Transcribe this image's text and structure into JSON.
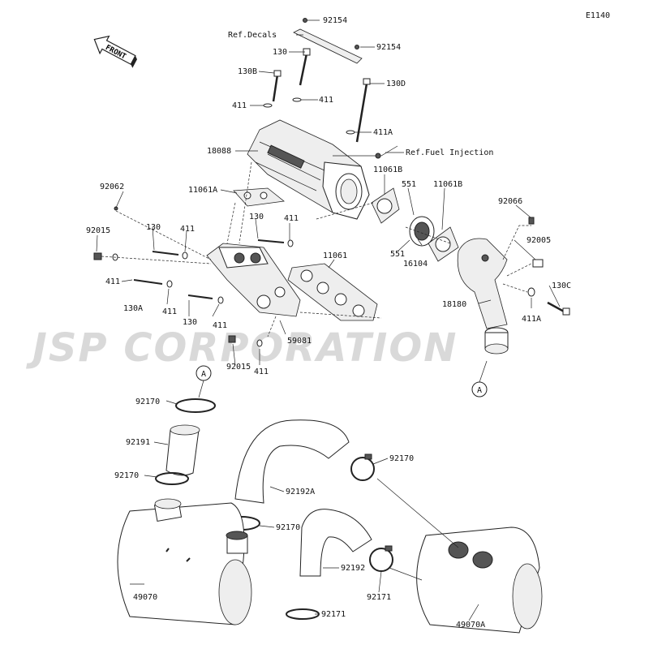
{
  "diagram_code": "E1140",
  "front_label": "FRONT",
  "watermark": "JSP CORPORATION",
  "parts": [
    {
      "id": "p-92154a",
      "label": "92154"
    },
    {
      "id": "p-refdecals",
      "label": "Ref.Decals"
    },
    {
      "id": "p-92154b",
      "label": "92154"
    },
    {
      "id": "p-130a-top",
      "label": "130"
    },
    {
      "id": "p-130b",
      "label": "130B"
    },
    {
      "id": "p-130d",
      "label": "130D"
    },
    {
      "id": "p-411-l",
      "label": "411"
    },
    {
      "id": "p-411-r",
      "label": "411"
    },
    {
      "id": "p-411a-top",
      "label": "411A"
    },
    {
      "id": "p-18088",
      "label": "18088"
    },
    {
      "id": "p-reffuel",
      "label": "Ref.Fuel Injection"
    },
    {
      "id": "p-11061b-l",
      "label": "11061B"
    },
    {
      "id": "p-551-top",
      "label": "551"
    },
    {
      "id": "p-11061b-r",
      "label": "11061B"
    },
    {
      "id": "p-11061a",
      "label": "11061A"
    },
    {
      "id": "p-92062",
      "label": "92062"
    },
    {
      "id": "p-92066",
      "label": "92066"
    },
    {
      "id": "p-130-mid",
      "label": "130"
    },
    {
      "id": "p-411-mid",
      "label": "411"
    },
    {
      "id": "p-130-mid2",
      "label": "130"
    },
    {
      "id": "p-411-mid2",
      "label": "411"
    },
    {
      "id": "p-11061",
      "label": "11061"
    },
    {
      "id": "p-92005",
      "label": "92005"
    },
    {
      "id": "p-92015-top",
      "label": "92015"
    },
    {
      "id": "p-551-bot",
      "label": "551"
    },
    {
      "id": "p-16104",
      "label": "16104"
    },
    {
      "id": "p-411-left",
      "label": "411"
    },
    {
      "id": "p-130c",
      "label": "130C"
    },
    {
      "id": "p-130a-low",
      "label": "130A"
    },
    {
      "id": "p-411-low",
      "label": "411"
    },
    {
      "id": "p-130-low",
      "label": "130"
    },
    {
      "id": "p-18180",
      "label": "18180"
    },
    {
      "id": "p-411a-low",
      "label": "411A"
    },
    {
      "id": "p-411-low2",
      "label": "411"
    },
    {
      "id": "p-59081",
      "label": "59081"
    },
    {
      "id": "p-92015-low",
      "label": "92015"
    },
    {
      "id": "p-411-low3",
      "label": "411"
    },
    {
      "id": "p-a-top",
      "label": "A"
    },
    {
      "id": "p-a-right",
      "label": "A"
    },
    {
      "id": "p-92170-1",
      "label": "92170"
    },
    {
      "id": "p-92191",
      "label": "92191"
    },
    {
      "id": "p-92170-2",
      "label": "92170"
    },
    {
      "id": "p-92170-3",
      "label": "92170"
    },
    {
      "id": "p-92192a",
      "label": "92192A"
    },
    {
      "id": "p-92170-4",
      "label": "92170"
    },
    {
      "id": "p-92192",
      "label": "92192"
    },
    {
      "id": "p-92171-1",
      "label": "92171"
    },
    {
      "id": "p-49070",
      "label": "49070"
    },
    {
      "id": "p-92171-2",
      "label": "92171"
    },
    {
      "id": "p-49070a",
      "label": "49070A"
    }
  ]
}
